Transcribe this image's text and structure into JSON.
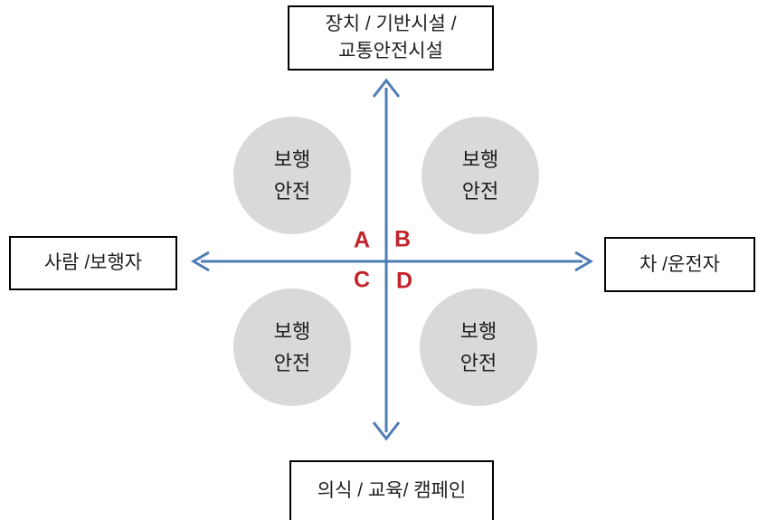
{
  "colors": {
    "axis": "#4E7DB6",
    "quadrant_letter": "#C2232B",
    "circle_fill": "#D9D9D9",
    "box_border": "#000000",
    "background": "#FFFFFF",
    "text": "#1F1F1F"
  },
  "axis_labels": {
    "top": {
      "line1": "장치 / 기반시설 /",
      "line2": "교통안전시설"
    },
    "left": "사람 /보행자",
    "right": "차 /운전자",
    "bottom": "의식 / 교육/ 캠페인"
  },
  "quadrant_letters": {
    "top_left": "A",
    "top_right": "B",
    "bottom_left": "C",
    "bottom_right": "D"
  },
  "circles": {
    "top_left": {
      "line1": "보행",
      "line2": "안전"
    },
    "top_right": {
      "line1": "보행",
      "line2": "안전"
    },
    "bottom_left": {
      "line1": "보행",
      "line2": "안전"
    },
    "bottom_right": {
      "line1": "보행",
      "line2": "안전"
    }
  }
}
